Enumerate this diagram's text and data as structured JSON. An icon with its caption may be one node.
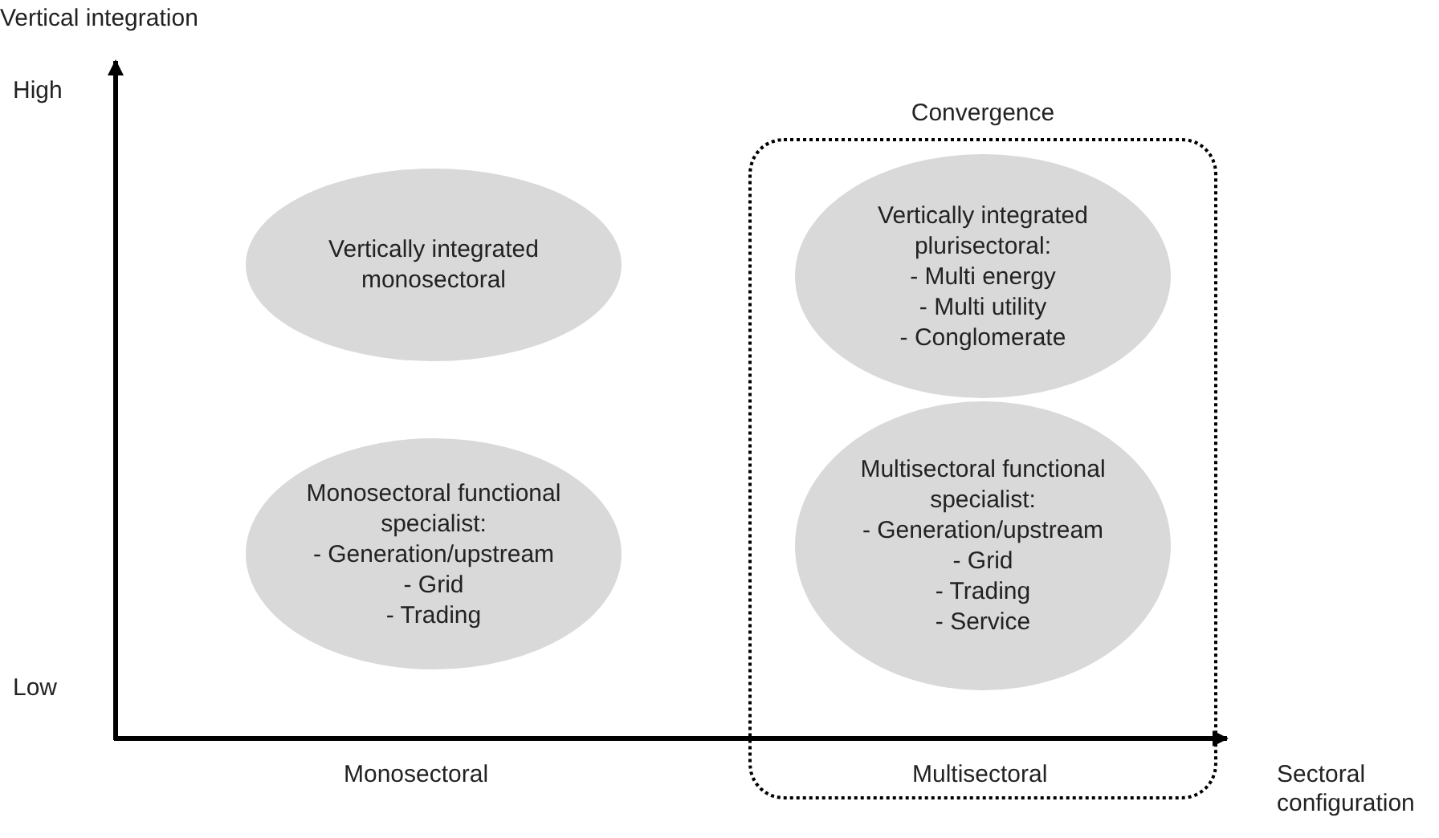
{
  "diagram": {
    "nodes": [
      {
        "text": [
          "Convergence"
        ]
      },
      {
        "text": [
          "Vertically integrated monosectoral"
        ]
      },
      {
        "text": [
          "Vertically integrated plurisectoral: - Multi energy - Multi utility - Conglomerate"
        ],
        "in": 0
      },
      {
        "text": [
          "Monosectoral functional specialist: - Generation/upstream - Grid - Trading"
        ]
      },
      {
        "text": [
          "Multisectoral functional specialist: - Generation/upstream - Grid - Trading - Service"
        ],
        "in": 0
      }
    ],
    "edges": [],
    "labels": [
      "Vertical integration",
      "High",
      "Low",
      "Monosectoral",
      "Multisectoral",
      "Sectoral configuration"
    ]
  }
}
